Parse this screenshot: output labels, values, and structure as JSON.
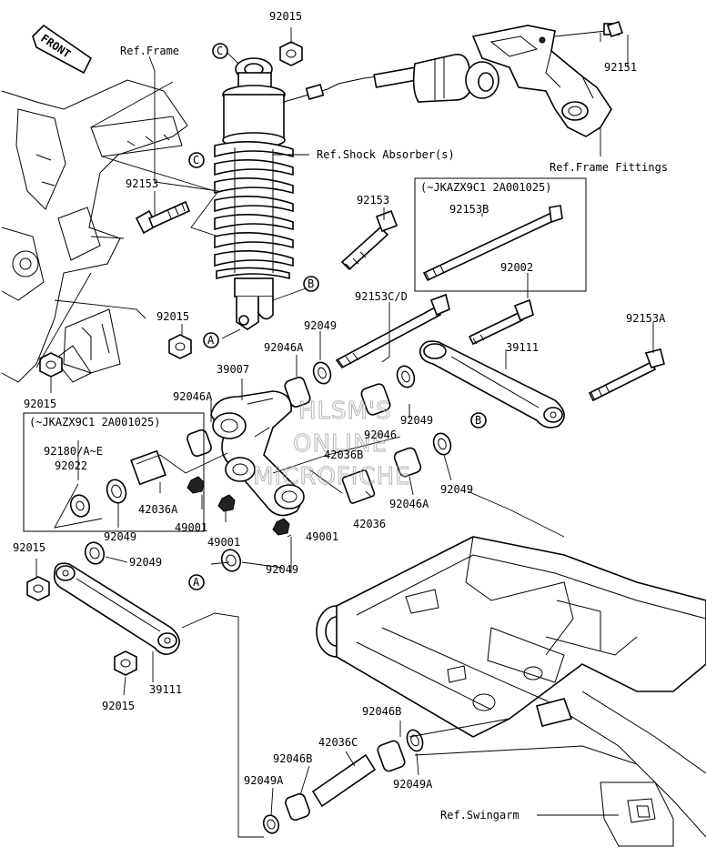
{
  "front_badge": "FRONT",
  "ref_labels": {
    "frame": "Ref.Frame",
    "shock_absorber": "Ref.Shock Absorber(s)",
    "frame_fittings": "Ref.Frame Fittings",
    "swingarm": "Ref.Swingarm"
  },
  "callouts": [
    "C",
    "C",
    "B",
    "A",
    "B",
    "A"
  ],
  "notes": [
    "(~JKAZX9C1 2A001025)",
    "(~JKAZX9C1 2A001025)"
  ],
  "part_numbers": [
    "92015",
    "92151",
    "92153",
    "92153",
    "92153B",
    "92002",
    "92153C/D",
    "92015",
    "92049",
    "92153A",
    "92046A",
    "39007",
    "39111",
    "92046A",
    "92049",
    "42036B",
    "92046",
    "92015",
    "92180/A~E",
    "92022",
    "92049",
    "42036A",
    "92046A",
    "49001",
    "49001",
    "92049",
    "42036",
    "49001",
    "92015",
    "92049",
    "92049",
    "39111",
    "92015",
    "92046B",
    "42036C",
    "92046B",
    "92049A",
    "92049A"
  ],
  "watermark": [
    "HLSM'S",
    "ONLINE",
    "MICROFICHE"
  ]
}
